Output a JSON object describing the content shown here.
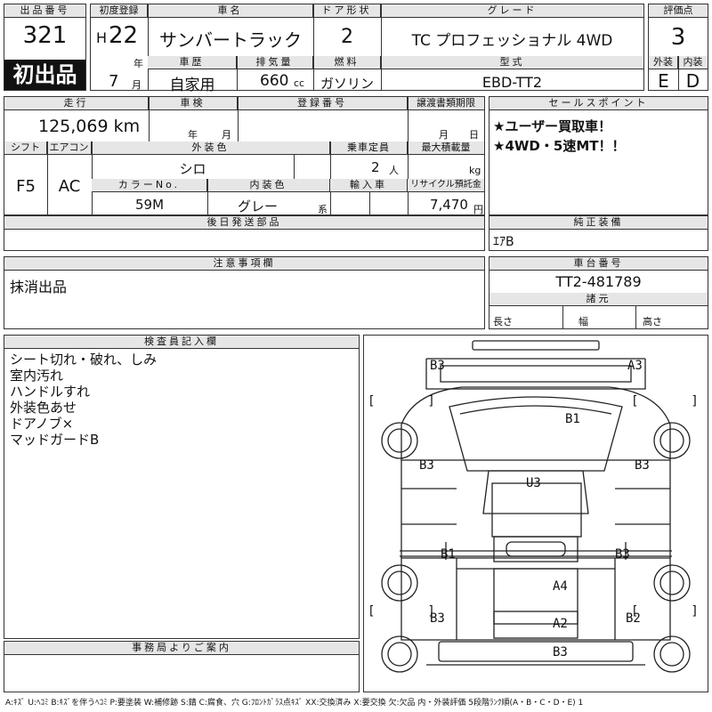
{
  "header": {
    "lot_label": "出品番号",
    "lot_number": "321",
    "first_badge": "初出品",
    "reg_label": "初度登録",
    "reg_era": "H",
    "reg_year": "22",
    "year_unit": "年",
    "reg_month": "7",
    "month_unit": "月",
    "name_label": "車名",
    "name": "サンバートラック",
    "door_label": "ドア形状",
    "door": "2",
    "grade_label": "グレード",
    "grade": "TC プロフェッショナル 4WD",
    "score_label": "評価点",
    "score": "3",
    "history_label": "車歴",
    "history": "自家用",
    "disp_label": "排気量",
    "displacement": "660",
    "disp_unit": "cc",
    "fuel_label": "燃料",
    "fuel": "ガソリン",
    "model_label": "型式",
    "model": "EBD-TT2",
    "ext_label": "外装",
    "ext_grade": "E",
    "int_label": "内装",
    "int_grade": "D"
  },
  "row2": {
    "mileage_label": "走行",
    "mileage": "125,069 km",
    "inspect_label": "車検",
    "inspect_year_unit": "年",
    "inspect_month_unit": "月",
    "regno_label": "登録番号",
    "transfer_label": "譲渡書類期限",
    "transfer_month_unit": "月",
    "transfer_day_unit": "日",
    "sales_label": "セールスポイント",
    "sales_1": "★ユーザー買取車！",
    "sales_2": "★4WD・5速MT！！"
  },
  "row3": {
    "shift_label": "シフト",
    "shift": "F5",
    "ac_label": "エアコン",
    "ac": "AC",
    "color_label": "外装色",
    "color": "シロ",
    "capacity_label": "乗車定員",
    "capacity": "2",
    "capacity_unit": "人",
    "load_label": "最大積載量",
    "load_unit": "kg",
    "colorno_label": "カラーNo.",
    "colorno": "59M",
    "interior_label": "内装色",
    "interior": "グレー",
    "interior_unit": "系",
    "import_label": "輸入車",
    "recycle_label": "リサイクル預託金",
    "recycle": "7,470",
    "recycle_unit": "円"
  },
  "later_parts_label": "後日発送部品",
  "equipment_label": "純正装備",
  "equipment": "ｴｱB",
  "notes_label": "注意事項欄",
  "notes": "抹消出品",
  "chassis_label": "車台番号",
  "chassis": "TT2-481789",
  "spec_label": "諸元",
  "length_label": "長さ",
  "width_label": "幅",
  "height_label": "高さ",
  "inspector_label": "検査員記入欄",
  "inspector_lines": [
    "シート切れ・破れ、しみ",
    "室内汚れ",
    "ハンドルすれ",
    "外装色あせ",
    "ドアノブ×",
    "マッドガードB"
  ],
  "office_label": "事務局よりご案内",
  "damage": {
    "front_left": "B3",
    "front_right": "A3",
    "windshield": "B1",
    "left_front_side": "B3",
    "right_front_side": "B3",
    "roof": "U3",
    "left_bed": "B1",
    "right_bed": "B3",
    "bed_floor": "A4",
    "rear_left": "B3",
    "rear_right": "B2",
    "tailgate": "A2",
    "rear_bumper": "B3",
    "bracket_left_top": "[       ]",
    "bracket_right_top": "[       ]",
    "bracket_left_bottom": "[       ]",
    "bracket_right_bottom": "[       ]"
  },
  "footer": "A:ｷｽﾞ U:ﾍｺﾐ B:ｷｽﾞを伴うﾍｺﾐ P:要塗装 W:補修跡 S:錆 C:腐食、穴 G:ﾌﾛﾝﾄｶﾞﾗｽ点ｷｽﾞ XX:交換済み X:要交換 欠:欠品 内・外装評価 5段階ﾗﾝｸ順(A・B・C・D・E) 1"
}
